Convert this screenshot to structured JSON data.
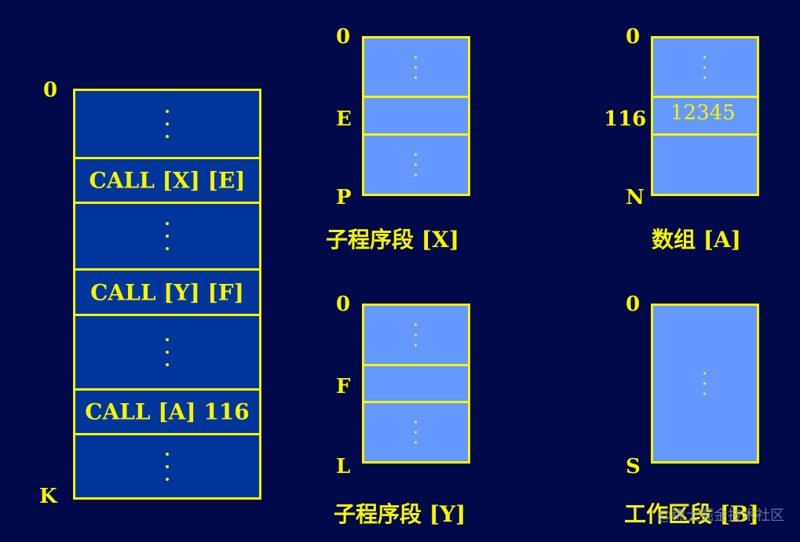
{
  "main_program": {
    "label_top": "0",
    "label_bottom": "K",
    "calls": [
      "CALL [X] [E]",
      "CALL [Y] [F]",
      "CALL [A] 116"
    ]
  },
  "segment_x": {
    "label_top": "0",
    "label_mid": "E",
    "label_bottom": "P",
    "caption": "子程序段 [X]"
  },
  "segment_y": {
    "label_top": "0",
    "label_mid": "F",
    "label_bottom": "L",
    "caption": "子程序段 [Y]"
  },
  "array_a": {
    "label_top": "0",
    "label_mid": "116",
    "label_bottom": "N",
    "value": "12345",
    "caption": "数组 [A]"
  },
  "work_b": {
    "label_top": "0",
    "label_bottom": "S",
    "caption": "工作区段 [B]"
  },
  "watermark": "@稀土掘金技术社区",
  "colors": {
    "background": "#000a4a",
    "border": "#f5f500",
    "main_fill": "#00369c",
    "segment_fill": "#6699ff"
  }
}
